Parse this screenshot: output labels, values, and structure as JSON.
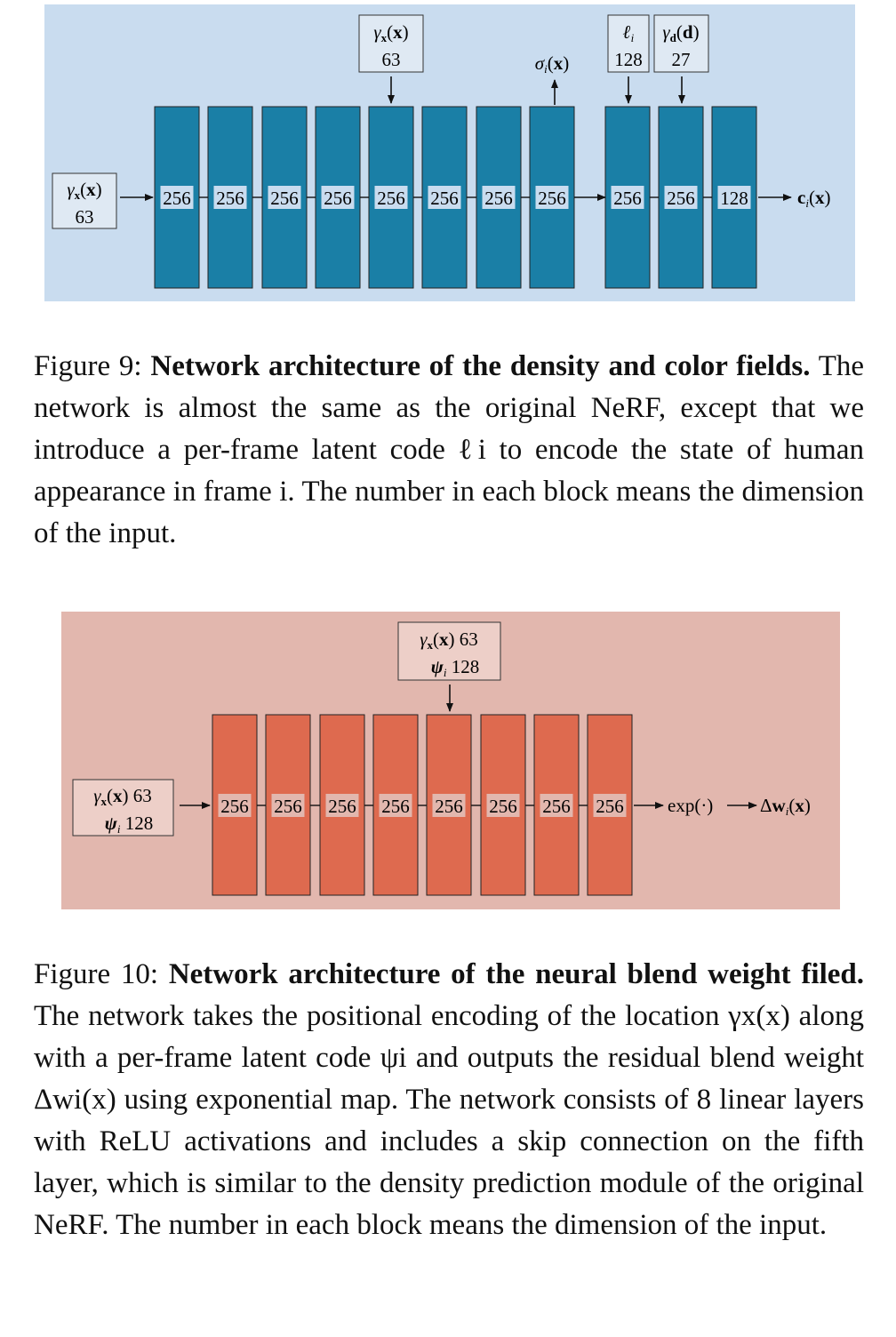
{
  "figure9": {
    "panel_color": "#c9dcef",
    "block_color": "#1a7fa6",
    "input": {
      "line1": "γx(x)",
      "line2": "63"
    },
    "blocks": [
      "256",
      "256",
      "256",
      "256",
      "256",
      "256",
      "256",
      "256",
      "256",
      "256",
      "128"
    ],
    "skip_input": {
      "line1": "γx(x)",
      "line2": "63"
    },
    "sigma_output": "σi(x)",
    "latent_input": {
      "line1": "ℓi",
      "line2": "128"
    },
    "dir_input": {
      "line1": "γd(d)",
      "line2": "27"
    },
    "output": "ci(x)",
    "caption": {
      "lead": "Figure 9: ",
      "bold": "Network architecture of the density and color fields.",
      "text": " The network is almost the same as the original NeRF, except that we introduce a per-frame latent code ℓi to encode the state of human appearance in frame i. The number in each block means the dimension of the input."
    }
  },
  "figure10": {
    "panel_color": "#e2b7ae",
    "block_color": "#de6a4f",
    "input": {
      "line1": "γx(x) 63",
      "line2": "ψi 128"
    },
    "skip_input": {
      "line1": "γx(x) 63",
      "line2": "ψi 128"
    },
    "blocks": [
      "256",
      "256",
      "256",
      "256",
      "256",
      "256",
      "256",
      "256"
    ],
    "exp": "exp(·)",
    "output": "Δwi(x)",
    "caption": {
      "lead": "Figure 10: ",
      "bold": "Network architecture of the neural blend weight filed.",
      "text": " The network takes the positional encoding of the location γx(x) along with a per-frame latent code ψi and outputs the residual blend weight Δwi(x) using exponential map. The network consists of 8 linear layers with ReLU activations and includes a skip connection on the fifth layer, which is similar to the density prediction module of the original NeRF. The number in each block means the dimension of the input."
    }
  }
}
